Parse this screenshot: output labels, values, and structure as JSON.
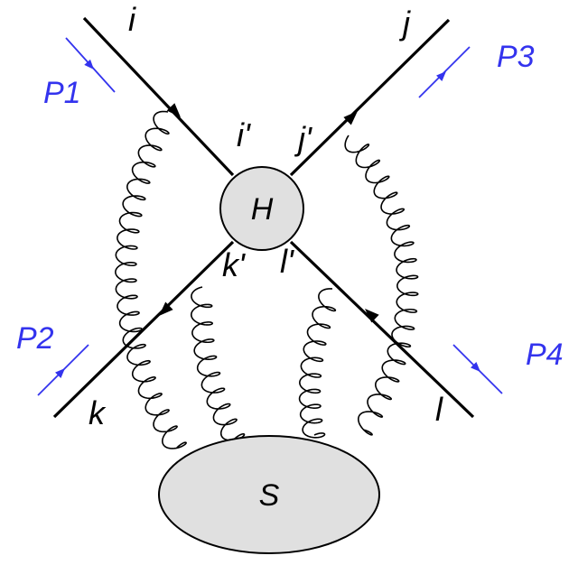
{
  "diagram": {
    "hard_label": "H",
    "soft_label": "S",
    "external_legs": {
      "i": "i",
      "j": "j",
      "k": "k",
      "l": "l"
    },
    "internal_legs": {
      "i_prime": "i'",
      "j_prime": "j'",
      "k_prime": "k'",
      "l_prime": "l'"
    },
    "momenta": {
      "p1": "P1",
      "p2": "P2",
      "p3": "P3",
      "p4": "P4"
    },
    "colors": {
      "momentum": "#3333ee",
      "blob_fill": "#e0e0e0",
      "line": "#000000"
    }
  }
}
